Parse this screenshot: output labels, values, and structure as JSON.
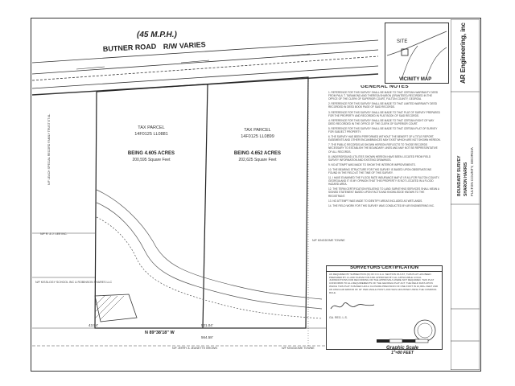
{
  "road": {
    "speed": "(45 M.P.H.)",
    "name": "BUTNER ROAD",
    "row": "R/W VARIES"
  },
  "parcels": [
    {
      "label": "TAX PARCEL",
      "id": "14F0125 LL0881",
      "area_title": "BEING 4.605 ACRES",
      "area_sqft": "200,595 Square Feet"
    },
    {
      "label": "TAX PARCEL",
      "id": "14F0125 LL0899",
      "area_title": "BEING 4.652 ACRES",
      "area_sqft": "202,625 Square Feet"
    }
  ],
  "bearings": {
    "south_line": "N 89°38'18\" W",
    "south_dist_a": "521.04'",
    "south_dist_b": "564.58'",
    "west_dist": "43.54'"
  },
  "adjoiners": {
    "west_top": "N/F LEACH SPECIAL RECORD FAMILY TRUST ET AL",
    "west_mid": "N/F R. & J. LEE INC.",
    "west_bottom": "N/F KISSLOGY SCHOOL INC & ROBINSON SHARES LLC",
    "south_mid": "N/F JERRY & JEANETTE BROWN",
    "east": "N/F KINGDOME TOWNE",
    "south_east": "N/F KINGDOME TOWNE"
  },
  "vicinity": {
    "site_label": "SITE",
    "title": "VICINITY MAP"
  },
  "notes": {
    "title": "GENERAL NOTES",
    "items": [
      "1. REFERENCE FOR THIS SURVEY SHALL BE MADE TO THAT CERTAIN WARRANTY DEED FROM PAUL T. TARAMOND AND THERESA SHARON (GRANTEES) RECORDED IN THE OFFICE OF THE CLERK OF SUPERIOR COURT, FULTON COUNTY, GEORGIA.",
      "2. REFERENCE FOR THIS SURVEY SHALL BE MADE TO THAT LIMITED WARRANTY DEED RECORDED IN DEED BOOK PAGE OF SAID RECORDS.",
      "3. REFERENCE FOR THIS SURVEY SHALL BE MADE TO THAT PLAT OF SURVEY PREPARED FOR THE PROPERTY AND RECORDED IN PLAT BOOK OF SAID RECORDS.",
      "4. REFERENCE FOR THIS SURVEY SHALL BE MADE TO THAT CERTAIN RIGHT OF WAY DEED RECORDED IN THE OFFICE OF THE CLERK OF SUPERIOR COURT.",
      "5. REFERENCE FOR THIS SURVEY SHALL BE MADE TO THAT CERTAIN PLAT OF SURVEY FOR SUBJECT PROPERTY.",
      "6. THE SURVEY HAS BEEN PERFORMED WITHOUT THE BENEFIT OF A TITLE REPORT. EASEMENTS AND OTHER ENCUMBRANCES MAY EXIST WHICH ARE NOT SHOWN HEREON.",
      "7. THE PUBLIC RECORDS AS SHOWN HEREON REFLECTS TO THOSE RECORDS NECESSARY TO ESTABLISH THE BOUNDARY LINES AND MAY NOT BE REPRESENTATIVE OF ALL RECORDS.",
      "8. UNDERGROUND UTILITIES SHOWN HEREON HAVE BEEN LOCATED FROM FIELD SURVEY INFORMATION AND EXISTING DRAWINGS.",
      "9. NO ATTEMPT WAS MADE TO SHOW THE INTERIOR IMPROVEMENTS.",
      "10. THE BEARING STRUCTURE FOR THIS SURVEY IS BASED UPON OBSERVATIONS FOUND IN THE FIELD AT THE TIME OF THIS SURVEY.",
      "11. I HAVE EXAMINED THE FLOOD RATE INSURANCE MAP (F.I.R.M.) FOR FULTON COUNTY, GEORGIA AND IT IS MY OPINION THAT THIS PROPERTY IS NOT LOCATED IN A FLOOD HAZARD AREA.",
      "12. THE TERM CERTIFICATION RELATING TO LAND SURVEYING SERVICES SHALL MEAN A SIGNED STATEMENT BASED UPON FACTS AND KNOWLEDGE KNOWN TO THE REGISTRANT.",
      "13. NO ATTEMPT WAS MADE TO IDENTIFY AREAS INCLUDED AS WETLANDS.",
      "14. THE FIELD WORK FOR THIS SURVEY WAS CONDUCTED BY AR ENGINEERING INC."
    ]
  },
  "certification": {
    "title": "SURVEYORS CERTIFICATION",
    "body": "AS REQUIRED BY SUBSECTION (D) OF O.C.G.A. SECTION 15-6-67, THIS PLAT HAS BEEN PREPARED BY A LAND SURVEYOR AND APPROVED BY ALL APPLICABLE LOCAL JURISDICTIONS FOR RECORDING OR THE APPROVALS WERE NOT REQUIRED. THIS PLAT CONFORMS TO ALL REQUIREMENTS OF THE GEORGIA PLAT ACT. THE FIELD DATA UPON WHICH THIS PLAT IS BASED HAS A CLOSURE PRECISION OF ONE FOOT IN 10,000+ FEET AND AN ANGULAR ERROR OF 02\" PER ANGLE POINT, AND WAS ADJUSTED USING THE COMPASS RULE.",
    "signer": "GA. REG. L.S."
  },
  "titleblock": {
    "firm": "AR Engineering, inc",
    "title_1": "BOUNDARY SURVEY",
    "title_2": "SHARON HARRIS",
    "location": "FULTON COUNTY, GEORGIA"
  },
  "scale": {
    "label": "Graphic Scale",
    "ratio": "1\"=80 FEET"
  }
}
